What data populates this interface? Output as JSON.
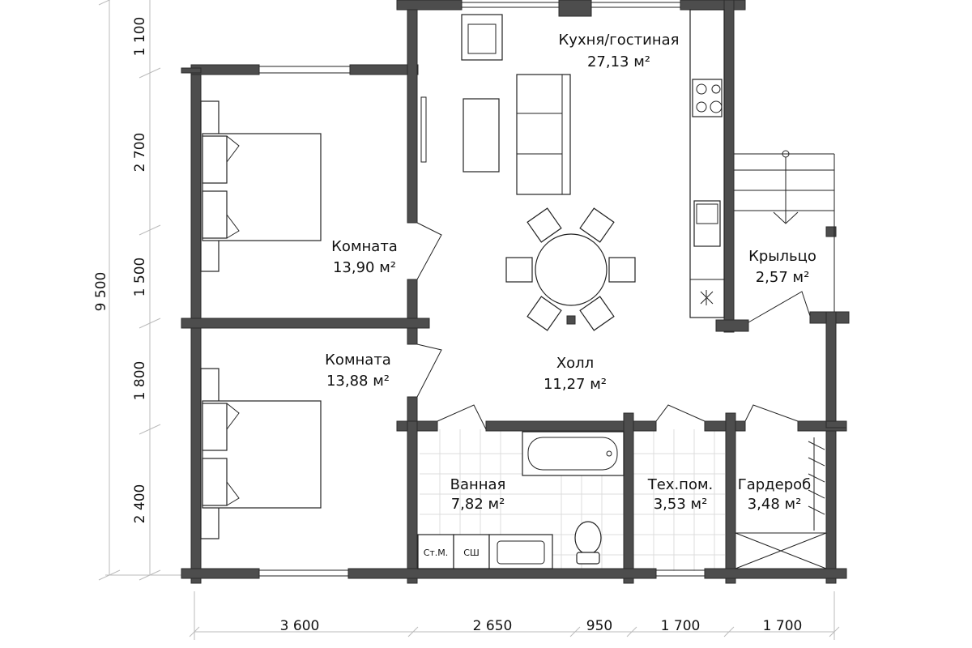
{
  "rooms": [
    {
      "name": "Кухня/гостиная",
      "area": "27,13 м²"
    },
    {
      "name": "Комната",
      "area": "13,90 м²"
    },
    {
      "name": "Крыльцо",
      "area": "2,57 м²"
    },
    {
      "name": "Комната",
      "area": "13,88 м²"
    },
    {
      "name": "Холл",
      "area": "11,27 м²"
    },
    {
      "name": "Ванная",
      "area": "7,82 м²"
    },
    {
      "name": "Тех.пом.",
      "area": "3,53 м²"
    },
    {
      "name": "Гардероб",
      "area": "3,48 м²"
    }
  ],
  "fixtures": {
    "washer": "Ст.М.",
    "dryer": "СШ"
  },
  "dimensions": {
    "vertical_total": "9 500",
    "vertical": [
      "1 100",
      "2 700",
      "1 500",
      "1 800",
      "2 400"
    ],
    "horizontal": [
      "3 600",
      "2 650",
      "950",
      "1 700",
      "1 700"
    ]
  }
}
